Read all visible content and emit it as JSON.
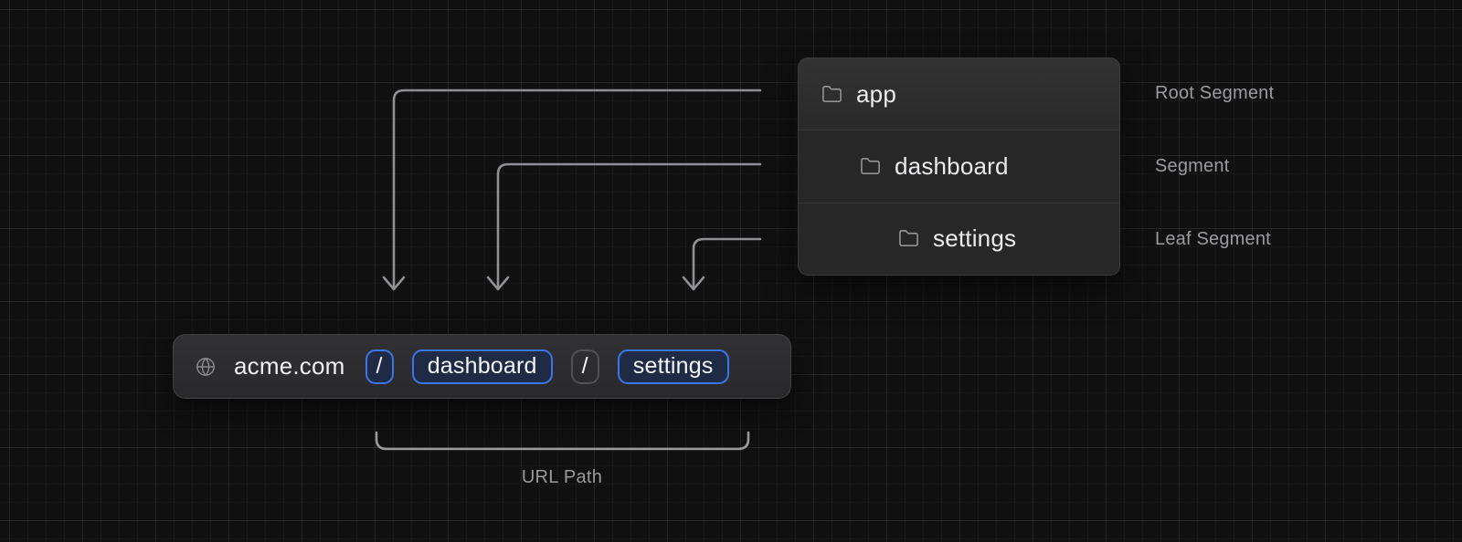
{
  "colors": {
    "background": "#101011",
    "accent_blue": "#3b76e8",
    "chip_fill_blue": "#1f2a45",
    "chip_border_gray": "#515156",
    "arrow_gray": "#8f9093",
    "label_gray": "#9c9ca0",
    "panel_bg": "#272728",
    "urlbar_bg": "#2c2c2e",
    "text_primary": "#ececee"
  },
  "file_tree": {
    "rows": [
      {
        "name": "app",
        "annotation": "Root Segment",
        "icon": "folder-icon",
        "depth": 0
      },
      {
        "name": "dashboard",
        "annotation": "Segment",
        "icon": "folder-icon",
        "depth": 1
      },
      {
        "name": "settings",
        "annotation": "Leaf Segment",
        "icon": "folder-icon",
        "depth": 2
      }
    ]
  },
  "url_bar": {
    "icon": "globe-icon",
    "domain": "acme.com",
    "segments": [
      {
        "text": "/",
        "highlighted": true
      },
      {
        "text": "dashboard",
        "highlighted": true
      },
      {
        "text": "/",
        "highlighted": false
      },
      {
        "text": "settings",
        "highlighted": true
      }
    ]
  },
  "bracket_label": "URL Path"
}
